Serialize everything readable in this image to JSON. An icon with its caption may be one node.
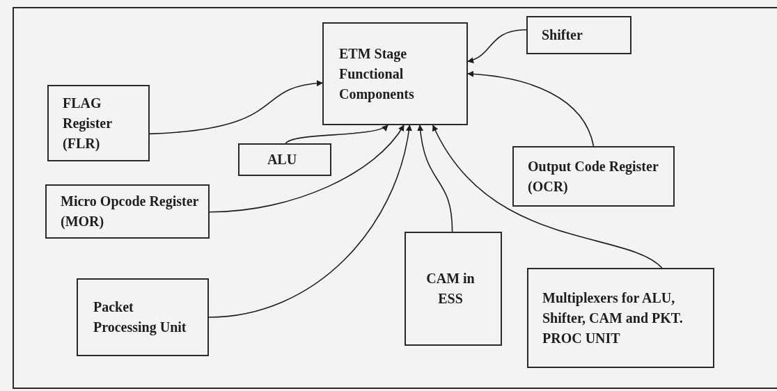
{
  "diagram": {
    "nodes": [
      {
        "text": [
          "ETM Stage Functional Components"
        ]
      },
      {
        "text": [
          "Shifter"
        ]
      },
      {
        "text": [
          "FLAG Register (FLR)"
        ]
      },
      {
        "text": [
          "ALU"
        ]
      },
      {
        "text": [
          "Output Code Register (OCR)"
        ]
      },
      {
        "text": [
          "Micro Opcode Register (MOR)"
        ]
      },
      {
        "text": [
          "CAM in ESS"
        ]
      },
      {
        "text": [
          "Multiplexers for ALU, Shifter, CAM and PKT. PROC UNIT"
        ]
      },
      {
        "text": [
          "Packet Processing Unit"
        ]
      }
    ],
    "edges": [
      {
        "from": 1,
        "to": 0,
        "arrow": "to"
      },
      {
        "from": 2,
        "to": 0,
        "arrow": "to"
      },
      {
        "from": 3,
        "to": 0,
        "arrow": "to"
      },
      {
        "from": 4,
        "to": 0,
        "arrow": "to"
      },
      {
        "from": 5,
        "to": 0,
        "arrow": "to"
      },
      {
        "from": 6,
        "to": 0,
        "arrow": "to"
      },
      {
        "from": 7,
        "to": 0,
        "arrow": "to"
      },
      {
        "from": 8,
        "to": 0,
        "arrow": "to"
      }
    ]
  }
}
